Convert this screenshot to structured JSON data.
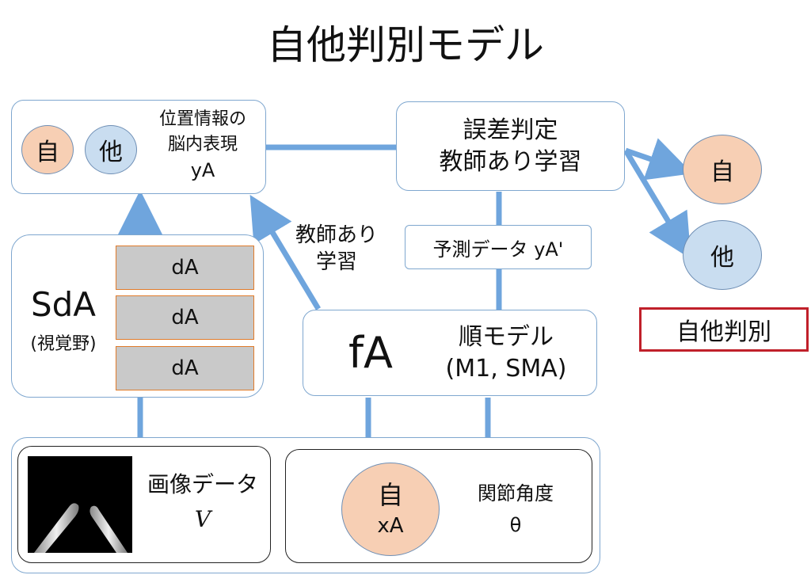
{
  "title": "自他判別モデル",
  "brain_box": {
    "self": "自",
    "other": "他",
    "label_line1": "位置情報の",
    "label_line2": "脳内表現",
    "label_line3": "yA"
  },
  "error_box": {
    "line1": "誤差判定",
    "line2": "教師あり学習"
  },
  "outputs": {
    "self": "自",
    "other": "他"
  },
  "discrimination_label": "自他判別",
  "supervised_label": {
    "line1": "教師あり",
    "line2": "学習"
  },
  "prediction_box": "予測データ yA'",
  "sda_box": {
    "name": "SdA",
    "sub": "(視覚野)",
    "layers": [
      "dA",
      "dA",
      "dA"
    ]
  },
  "fa_box": {
    "name": "fA",
    "line1": "順モデル",
    "line2": "(M1, SMA)"
  },
  "image_box": {
    "label": "画像データ",
    "symbol": "V"
  },
  "joint_box": {
    "self": "自",
    "xa": "xA",
    "label": "関節角度",
    "symbol": "θ"
  },
  "colors": {
    "connector": "#6fa5dd",
    "box_border": "#7fa7cf",
    "peach": "#f7cfb4",
    "light_blue": "#c9ddf0",
    "label_border": "#c0202a",
    "da_fill": "#c9c9c9",
    "da_border": "#e07b2a"
  }
}
